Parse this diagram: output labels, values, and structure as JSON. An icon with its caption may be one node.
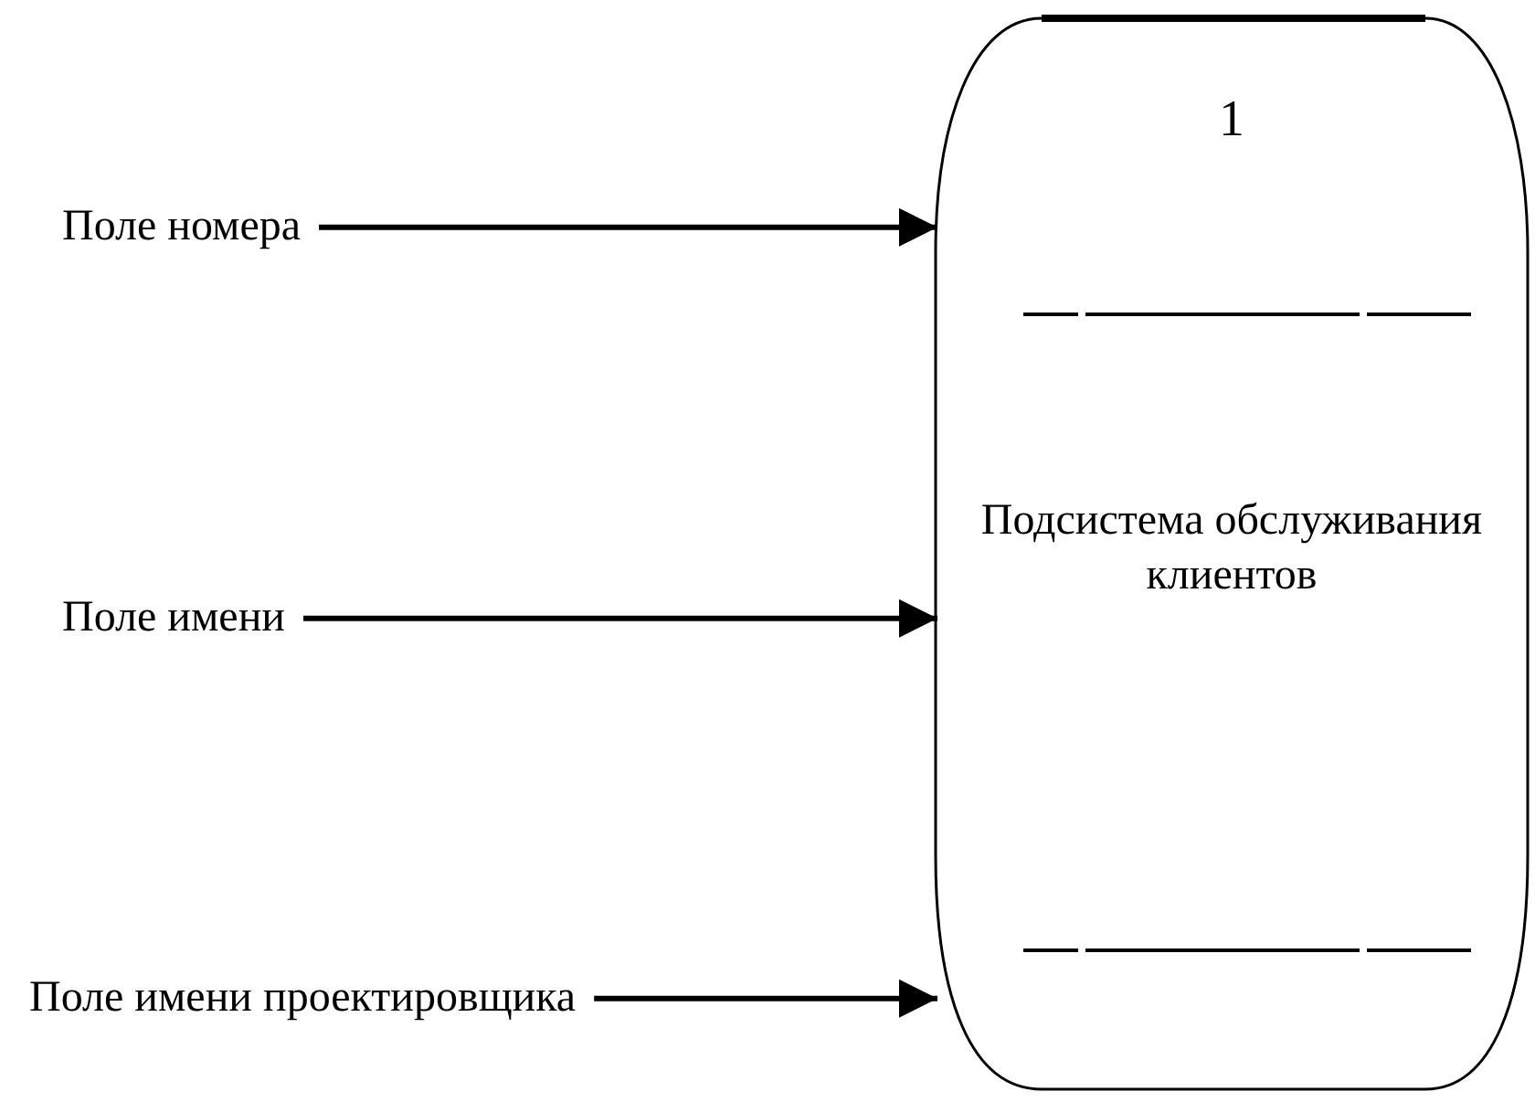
{
  "diagram": {
    "nodes": [
      {
        "text": [
          "1",
          "Подсистема обслуживания клиентов"
        ]
      },
      {
        "text": [
          "Поле номера"
        ]
      },
      {
        "text": [
          "Поле имени"
        ]
      },
      {
        "text": [
          "Поле имени проектировщика"
        ]
      }
    ],
    "edges": [
      {
        "from": 1,
        "to": 0,
        "arrow": "to"
      },
      {
        "from": 2,
        "to": 0,
        "arrow": "to"
      },
      {
        "from": 3,
        "to": 0,
        "arrow": "to"
      }
    ]
  }
}
